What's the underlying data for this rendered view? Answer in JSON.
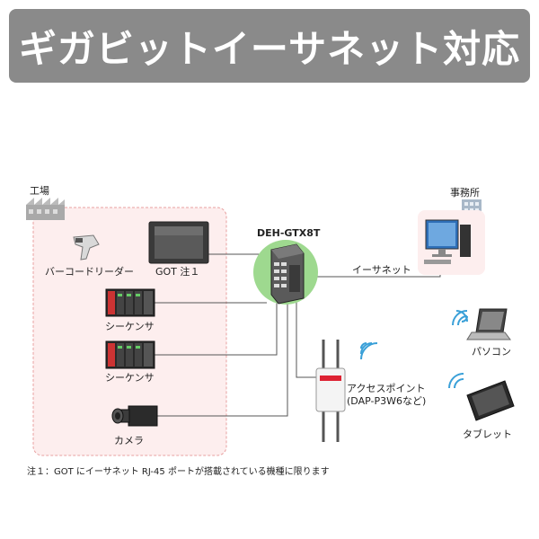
{
  "banner": {
    "title": "ギガビットイーサネット対応"
  },
  "labels": {
    "factory": "工場",
    "office": "事務所",
    "barcode_reader": "バーコードリーダー",
    "got": "GOT 注１",
    "sequencer_1": "シーケンサ",
    "sequencer_2": "シーケンサ",
    "camera": "カメラ",
    "switch_model": "DEH-GTX8T",
    "ethernet": "イーサネット",
    "access_point_line1": "アクセスポイント",
    "access_point_line2": "(DAP-P3W6など)",
    "pc": "パソコン",
    "tablet": "タブレット"
  },
  "footnote": "注１：GOT にイーサネット RJ-45 ポートが搭載されている機種に限ります",
  "colors": {
    "banner_bg": "#8a8a8a",
    "factory_zone_bg": "#fdeeee",
    "factory_zone_border": "#e8a0a0",
    "link_line": "#555555",
    "switch_green": "#9ed98f",
    "wifi_blue": "#3aa0d8"
  }
}
